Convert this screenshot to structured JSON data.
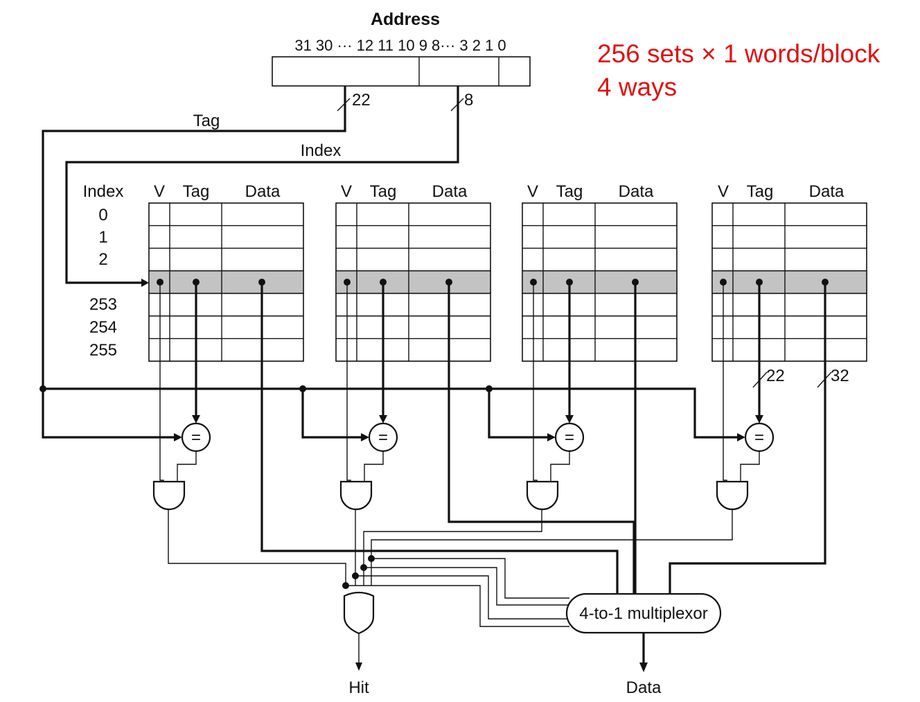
{
  "address": {
    "title": "Address",
    "bit_labels": "31 30 ··· 12 11 10 9 8··· 3 2 1 0",
    "tag_width": "22",
    "index_width": "8",
    "tag_label": "Tag",
    "index_label": "Index"
  },
  "note": {
    "line1": "256 sets × 1 words/block",
    "line2": "4 ways"
  },
  "index_column": {
    "header": "Index",
    "rows_top": [
      "0",
      "1",
      "2"
    ],
    "rows_bottom": [
      "253",
      "254",
      "255"
    ]
  },
  "ways": [
    {
      "v": "V",
      "tag": "Tag",
      "data": "Data"
    },
    {
      "v": "V",
      "tag": "Tag",
      "data": "Data"
    },
    {
      "v": "V",
      "tag": "Tag",
      "data": "Data"
    },
    {
      "v": "V",
      "tag": "Tag",
      "data": "Data"
    }
  ],
  "compare_symbol": "=",
  "tag_bus_width": "22",
  "data_bus_width": "32",
  "mux_label": "4-to-1 multiplexor",
  "outputs": {
    "hit": "Hit",
    "data": "Data"
  }
}
